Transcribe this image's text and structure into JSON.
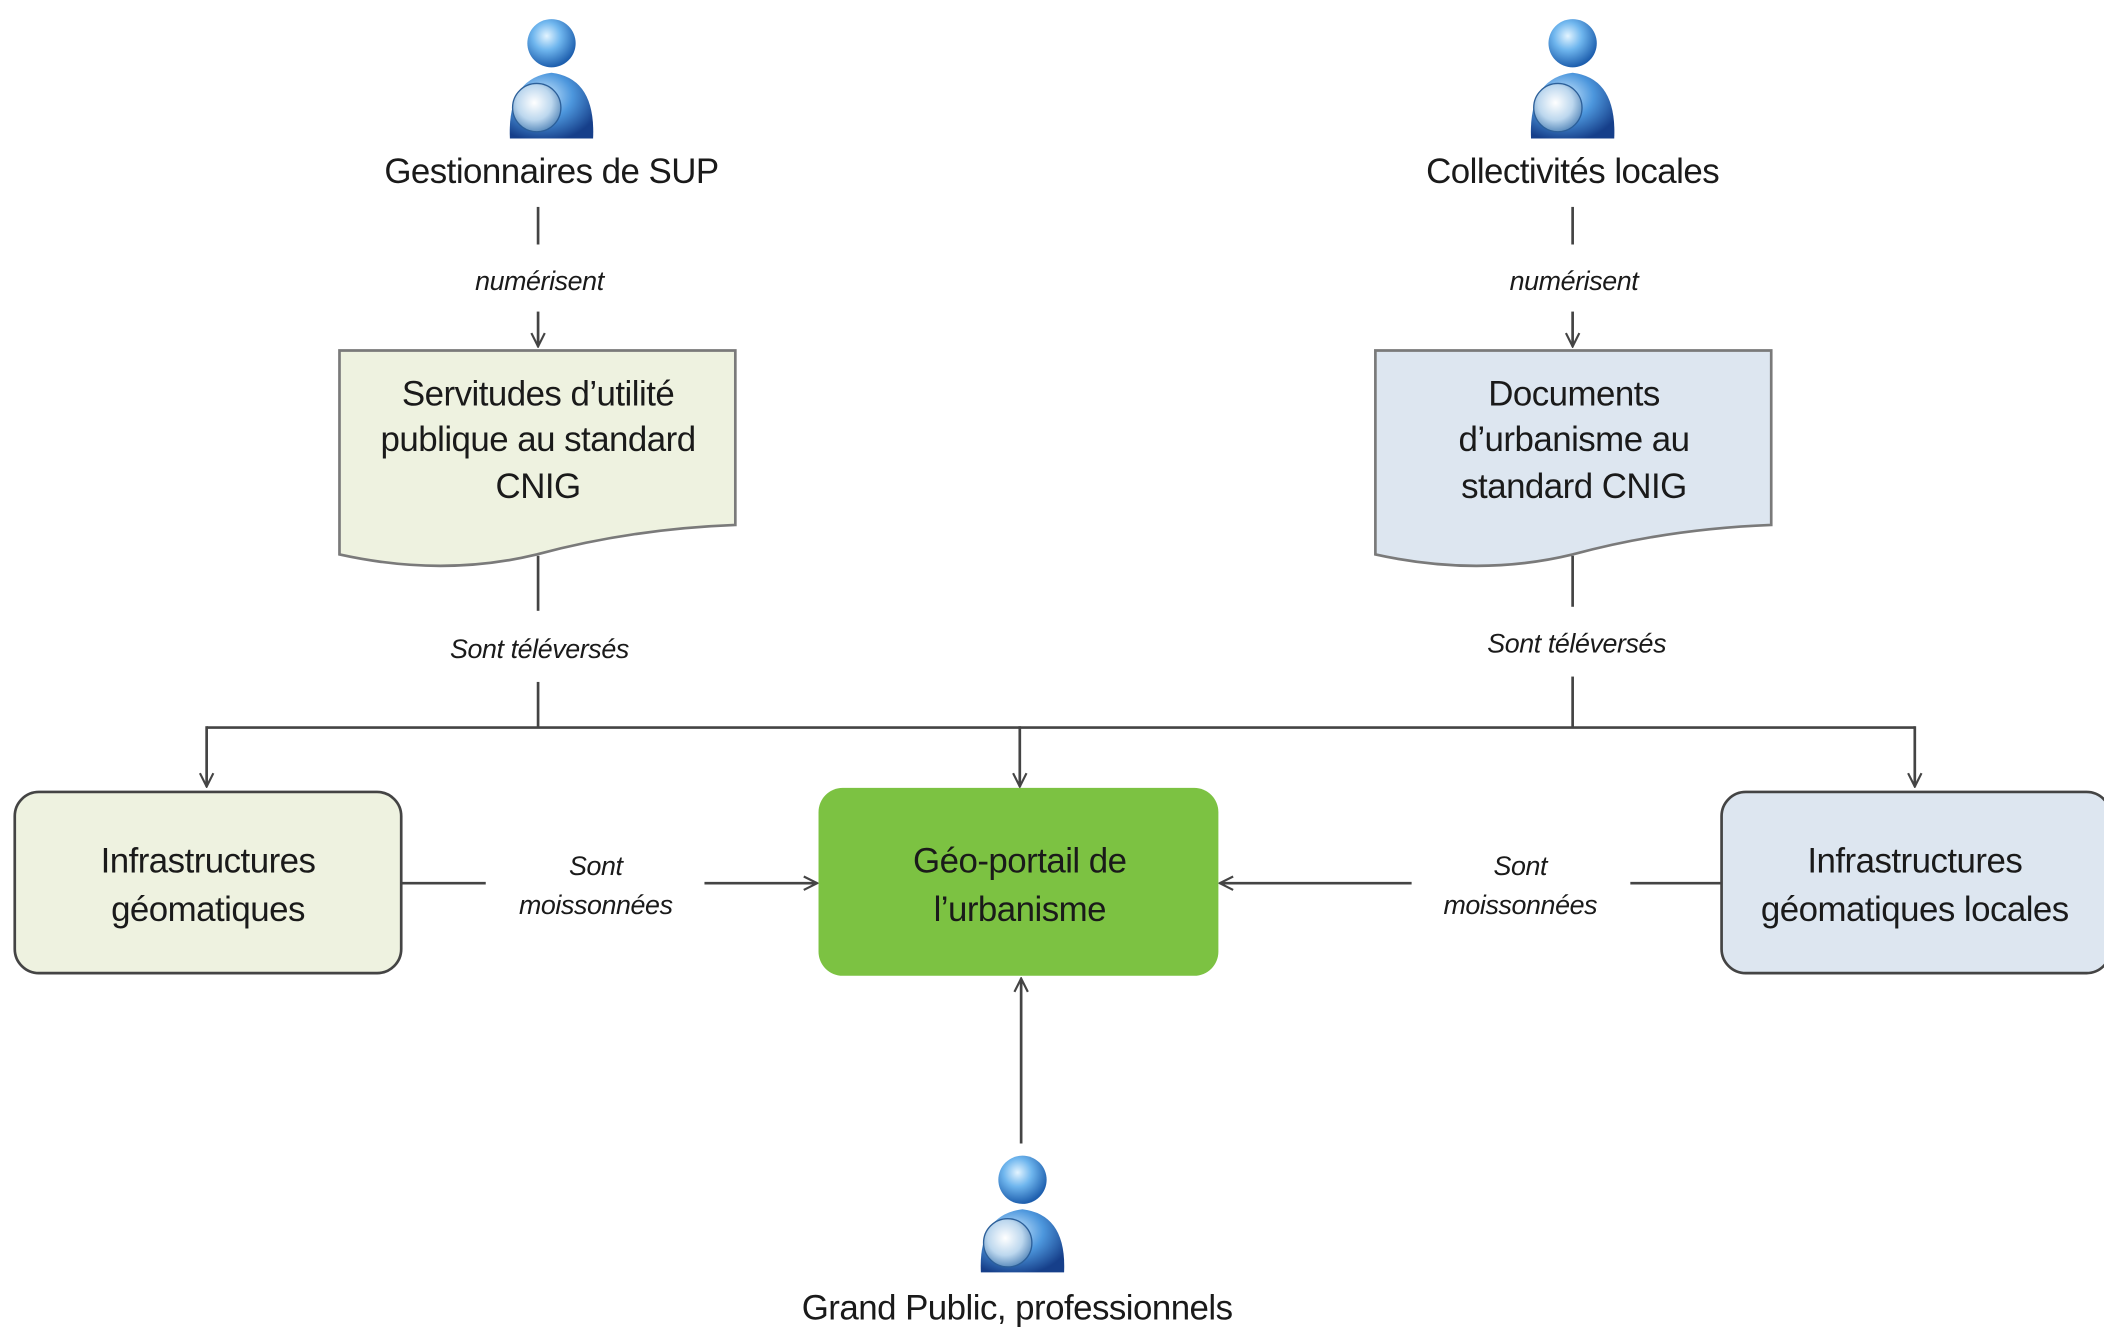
{
  "actors": {
    "sup_managers": "Gestionnaires de SUP",
    "local_authorities": "Collectivités locales",
    "public": "Grand Public, professionnels"
  },
  "verbs": {
    "digitize_left": "numérisent",
    "digitize_right": "numérisent",
    "uploaded_left": "Sont téléversés",
    "uploaded_right": "Sont téléversés",
    "harvested_left": [
      "Sont",
      "moissonnées"
    ],
    "harvested_right": [
      "Sont",
      "moissonnées"
    ]
  },
  "documents": {
    "sup": [
      "Servitudes d’utilité",
      "publique au standard",
      "CNIG"
    ],
    "urbanism": [
      "Documents",
      "d’urbanisme au",
      "standard CNIG"
    ]
  },
  "boxes": {
    "geo_infra": [
      "Infrastructures",
      "géomatiques"
    ],
    "portal": [
      "Géo-portail de",
      "l’urbanisme"
    ],
    "local_infra": [
      "Infrastructures",
      "géomatiques locales"
    ]
  },
  "colors": {
    "doc_sup_fill": "#eef2e0",
    "doc_urb_fill": "#dde6f0",
    "geo_infra_fill": "#eef2e0",
    "portal_fill": "#7cc242",
    "local_infra_fill": "#dde6f0",
    "line": "#444444"
  }
}
